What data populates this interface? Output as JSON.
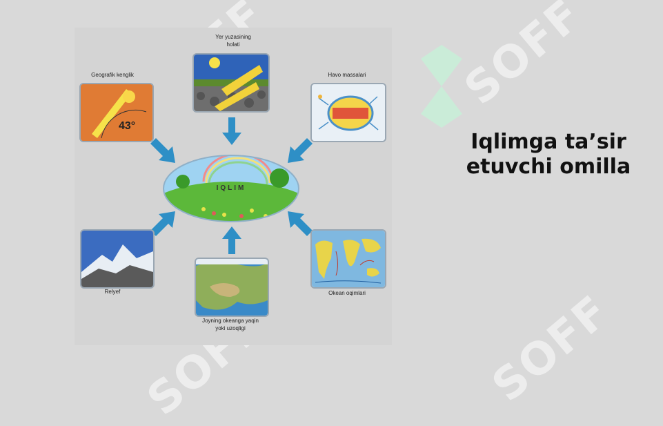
{
  "title": "Iqlimga ta’sir etuvchi omilla",
  "watermark": "SOFF",
  "diagram": {
    "center_label": "IQLIM",
    "nodes": {
      "latitude": {
        "label": "Geografik kenglik",
        "degree": "43°"
      },
      "surface": {
        "label_line1": "Yer yuzasining",
        "label_line2": "holati"
      },
      "air_masses": {
        "label": "Havo massalari"
      },
      "relief": {
        "label": "Relyef"
      },
      "ocean_distance": {
        "label_line1": "Joyning okeanga yaqin",
        "label_line2": "yoki uzoqligi"
      },
      "currents": {
        "label": "Okean oqimlari"
      }
    }
  },
  "colors": {
    "arrow": "#2e8fc6",
    "watermark_mark": "#c8f0d8",
    "background": "#d9d9d9"
  }
}
